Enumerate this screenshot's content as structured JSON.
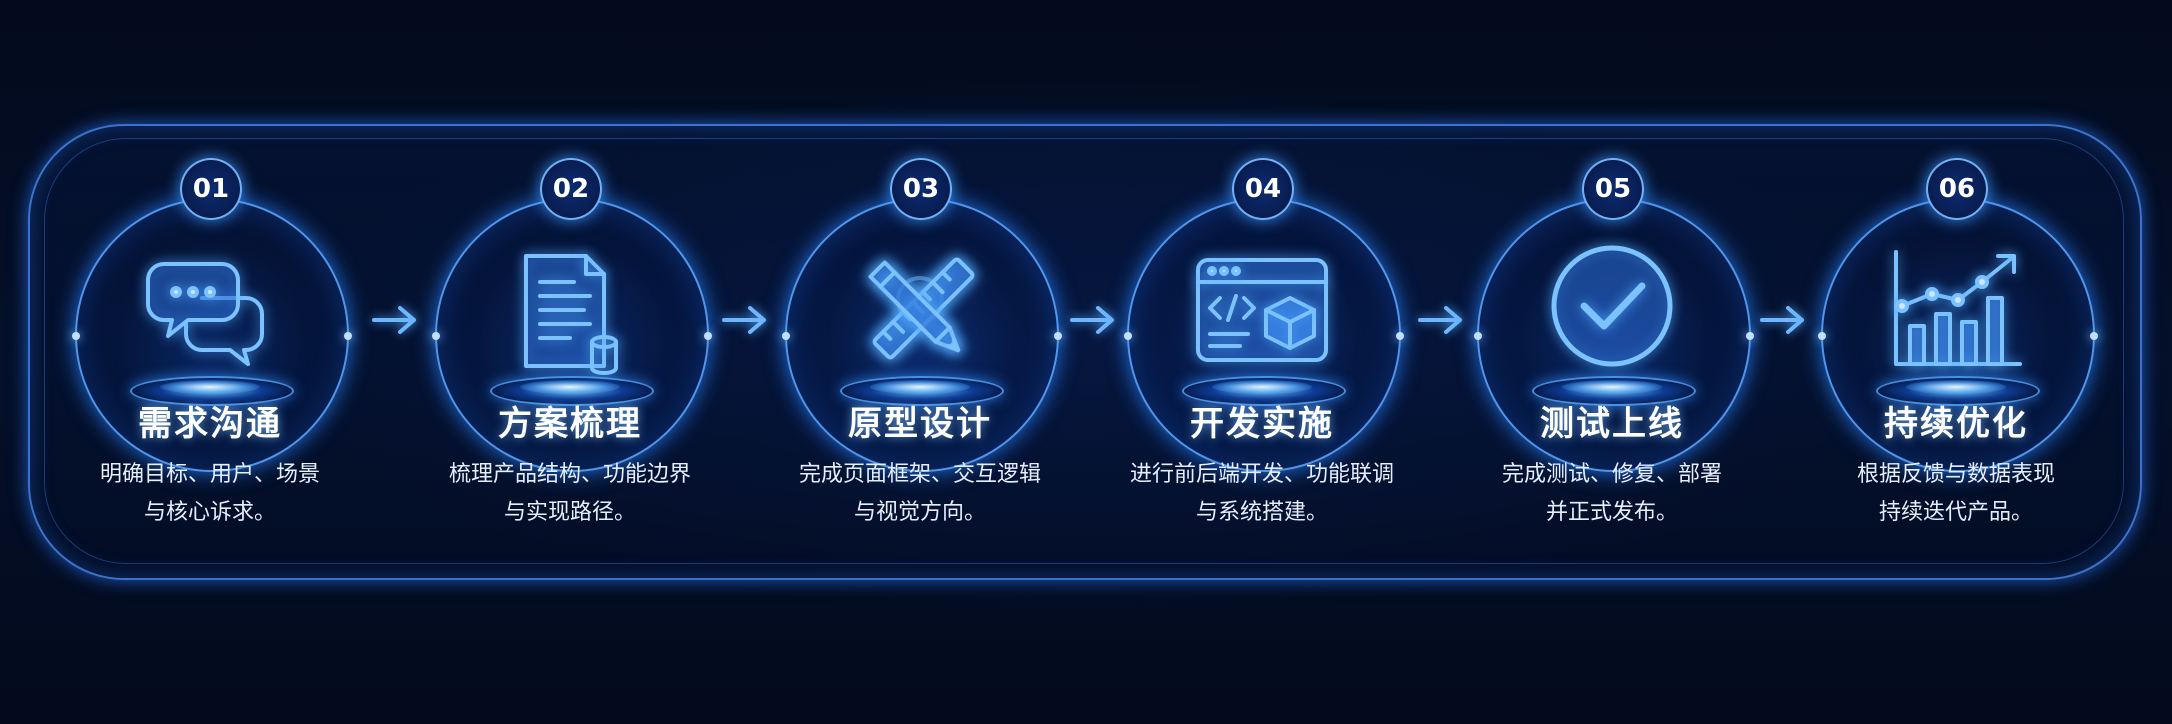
{
  "steps": [
    {
      "num": "01",
      "title": "需求沟通",
      "desc_line1": "明确目标、用户、场景",
      "desc_line2": "与核心诉求。",
      "icon": "chat-bubbles-icon"
    },
    {
      "num": "02",
      "title": "方案梳理",
      "desc_line1": "梳理产品结构、功能边界",
      "desc_line2": "与实现路径。",
      "icon": "document-icon"
    },
    {
      "num": "03",
      "title": "原型设计",
      "desc_line1": "完成页面框架、交互逻辑",
      "desc_line2": "与视觉方向。",
      "icon": "pencil-ruler-icon"
    },
    {
      "num": "04",
      "title": "开发实施",
      "desc_line1": "进行前后端开发、功能联调",
      "desc_line2": "与系统搭建。",
      "icon": "code-window-icon"
    },
    {
      "num": "05",
      "title": "测试上线",
      "desc_line1": "完成测试、修复、部署",
      "desc_line2": "并正式发布。",
      "icon": "check-circle-icon"
    },
    {
      "num": "06",
      "title": "持续优化",
      "desc_line1": "根据反馈与数据表现",
      "desc_line2": "持续迭代产品。",
      "icon": "growth-chart-icon"
    }
  ],
  "colors": {
    "background": "#030a1c",
    "glow": "#3c8cff",
    "line": "#5aa5ff",
    "text": "#ffffff"
  }
}
